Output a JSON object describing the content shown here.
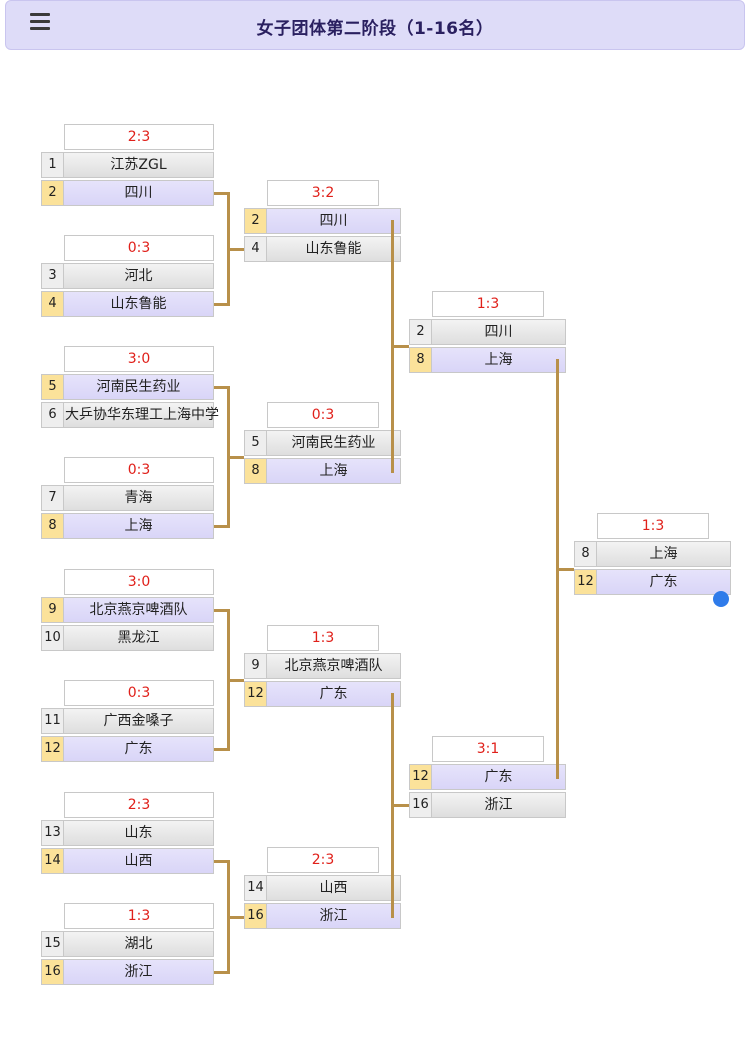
{
  "header": {
    "title": "女子团体第二阶段（1-16名）",
    "menu_icon": "hamburger-menu-icon"
  },
  "colors": {
    "winner_seed": "#fbe29a",
    "winner_team": "#dcd8f8",
    "connector": "#b8904a",
    "score_text": "#e0201a",
    "header_bg": "#dedcf8"
  },
  "rounds": [
    {
      "matches": [
        {
          "score": "2:3",
          "teams": [
            {
              "seed": "1",
              "name": "江苏ZGL",
              "winner": false
            },
            {
              "seed": "2",
              "name": "四川",
              "winner": true
            }
          ]
        },
        {
          "score": "0:3",
          "teams": [
            {
              "seed": "3",
              "name": "河北",
              "winner": false
            },
            {
              "seed": "4",
              "name": "山东鲁能",
              "winner": true
            }
          ]
        },
        {
          "score": "3:0",
          "teams": [
            {
              "seed": "5",
              "name": "河南民生药业",
              "winner": true
            },
            {
              "seed": "6",
              "name": "大乒协华东理工上海中学",
              "winner": false
            }
          ]
        },
        {
          "score": "0:3",
          "teams": [
            {
              "seed": "7",
              "name": "青海",
              "winner": false
            },
            {
              "seed": "8",
              "name": "上海",
              "winner": true
            }
          ]
        },
        {
          "score": "3:0",
          "teams": [
            {
              "seed": "9",
              "name": "北京燕京啤酒队",
              "winner": true
            },
            {
              "seed": "10",
              "name": "黑龙江",
              "winner": false
            }
          ]
        },
        {
          "score": "0:3",
          "teams": [
            {
              "seed": "11",
              "name": "广西金嗓子",
              "winner": false
            },
            {
              "seed": "12",
              "name": "广东",
              "winner": true
            }
          ]
        },
        {
          "score": "2:3",
          "teams": [
            {
              "seed": "13",
              "name": "山东",
              "winner": false
            },
            {
              "seed": "14",
              "name": "山西",
              "winner": true
            }
          ]
        },
        {
          "score": "1:3",
          "teams": [
            {
              "seed": "15",
              "name": "湖北",
              "winner": false
            },
            {
              "seed": "16",
              "name": "浙江",
              "winner": true
            }
          ]
        }
      ]
    },
    {
      "matches": [
        {
          "score": "3:2",
          "teams": [
            {
              "seed": "2",
              "name": "四川",
              "winner": true
            },
            {
              "seed": "4",
              "name": "山东鲁能",
              "winner": false
            }
          ]
        },
        {
          "score": "0:3",
          "teams": [
            {
              "seed": "5",
              "name": "河南民生药业",
              "winner": false
            },
            {
              "seed": "8",
              "name": "上海",
              "winner": true
            }
          ]
        },
        {
          "score": "1:3",
          "teams": [
            {
              "seed": "9",
              "name": "北京燕京啤酒队",
              "winner": false
            },
            {
              "seed": "12",
              "name": "广东",
              "winner": true
            }
          ]
        },
        {
          "score": "2:3",
          "teams": [
            {
              "seed": "14",
              "name": "山西",
              "winner": false
            },
            {
              "seed": "16",
              "name": "浙江",
              "winner": true
            }
          ]
        }
      ]
    },
    {
      "matches": [
        {
          "score": "1:3",
          "teams": [
            {
              "seed": "2",
              "name": "四川",
              "winner": false
            },
            {
              "seed": "8",
              "name": "上海",
              "winner": true
            }
          ]
        },
        {
          "score": "3:1",
          "teams": [
            {
              "seed": "12",
              "name": "广东",
              "winner": true
            },
            {
              "seed": "16",
              "name": "浙江",
              "winner": false
            }
          ]
        }
      ]
    },
    {
      "matches": [
        {
          "score": "1:3",
          "teams": [
            {
              "seed": "8",
              "name": "上海",
              "winner": false
            },
            {
              "seed": "12",
              "name": "广东",
              "winner": true
            }
          ]
        }
      ]
    }
  ]
}
